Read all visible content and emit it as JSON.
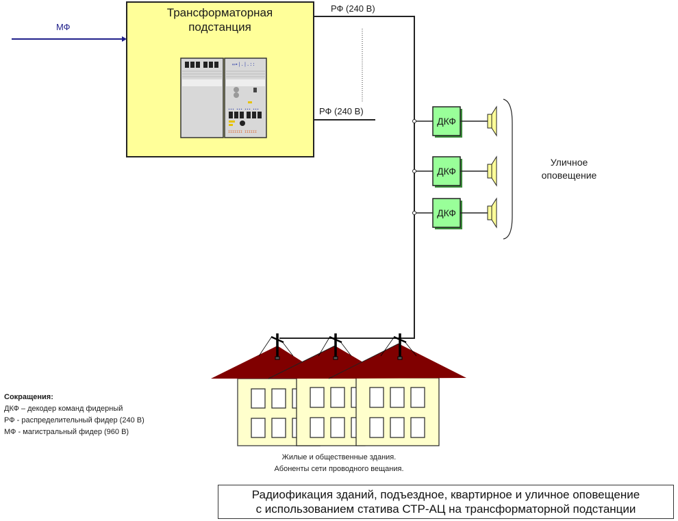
{
  "substation": {
    "title_line1": "Трансформаторная",
    "title_line2": "подстанция",
    "fill": "#ffff99"
  },
  "mf_label": "МФ",
  "rf_label_top": "РФ (240 В)",
  "rf_label_bottom": "РФ (240 В)",
  "decoders": [
    {
      "label": "ДКФ"
    },
    {
      "label": "ДКФ"
    },
    {
      "label": "ДКФ"
    }
  ],
  "street": {
    "line1": "Уличное",
    "line2": "оповещение"
  },
  "buildings": {
    "line1": "Жилые и общественные здания.",
    "line2": "Абоненты сети проводного вещания."
  },
  "abbreviations": {
    "heading": "Сокращения:",
    "items": [
      "ДКФ – декодер команд фидерный",
      "РФ - распределительный фидер (240 В)",
      "МФ - магистральный фидер (960 В)"
    ]
  },
  "caption": {
    "line1": "Радиофикация зданий, подъездное, квартирное и уличное оповещение",
    "line2": "с использованием статива СТР-АЦ на трансформаторной подстанции"
  },
  "colors": {
    "mf_line": "#1f1f8a",
    "decoder": "#99ff99",
    "roof": "#800000",
    "wall": "#ffffcc",
    "speaker": "#ffff99"
  }
}
